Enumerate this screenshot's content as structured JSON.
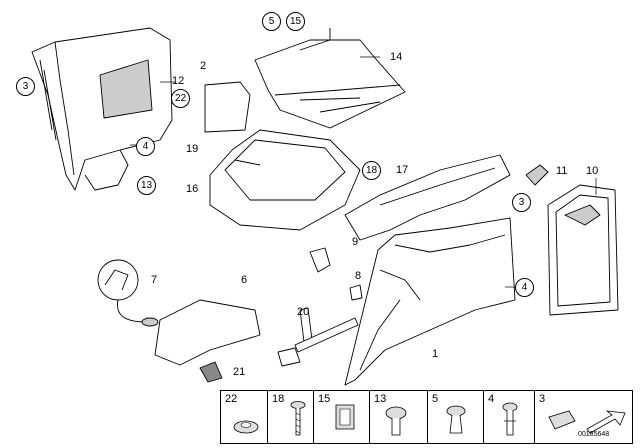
{
  "callouts": {
    "p1": "1",
    "p2": "2",
    "p3a": "3",
    "p3b": "3",
    "p4a": "4",
    "p4b": "4",
    "p5": "5",
    "p6": "6",
    "p7": "7",
    "p8": "8",
    "p9": "9",
    "p10": "10",
    "p11": "11",
    "p12": "12",
    "p13": "13",
    "p14": "14",
    "p15": "15",
    "p16": "16",
    "p17": "17",
    "p18": "18",
    "p19": "19",
    "p20": "20",
    "p21": "21",
    "p22": "22"
  },
  "legend": [
    "22",
    "18",
    "15",
    "13",
    "5",
    "4",
    "3"
  ],
  "doc_id": "00185648"
}
